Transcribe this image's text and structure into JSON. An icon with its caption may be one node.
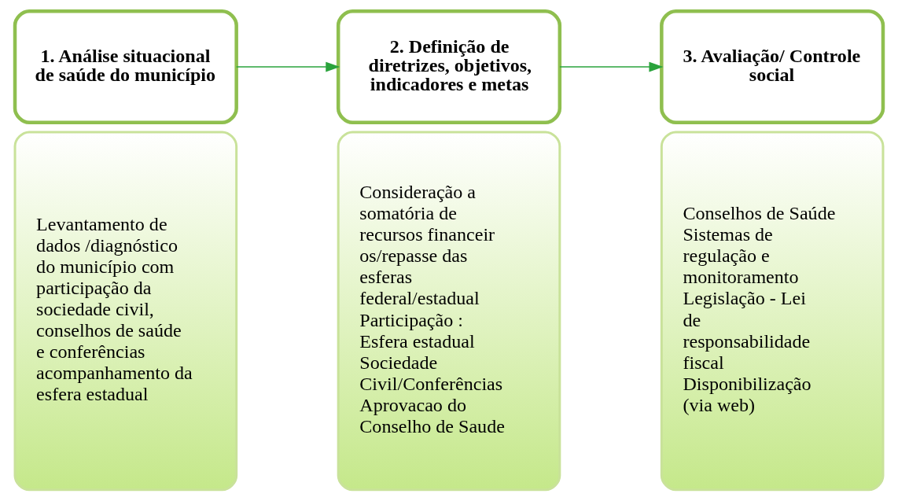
{
  "diagram": {
    "nodes": [
      {
        "text": [
          "1. Análise situacional de saúde do município"
        ]
      },
      {
        "text": [
          "Levantamento de dados /diagnóstico do município com participação da sociedade civil, conselhos de saúde e conferências acompanhamento da esfera estadual"
        ]
      },
      {
        "text": [
          "2. Definição de diretrizes, objetivos, indicadores e metas"
        ]
      },
      {
        "text": [
          "Consideração a somatória de recursos financeiros/repasse das esferas federal/estadual",
          "Participação :",
          "Esfera estadual",
          "Sociedade Civil/Conferências",
          "Aprovacao do Conselho de Saude"
        ]
      },
      {
        "text": [
          "3. Avaliação/ Controle social"
        ]
      },
      {
        "text": [
          "Conselhos de Saúde",
          "Sistemas de regulação e monitoramento",
          "Legislação - Lei de responsabilidade fiscal",
          "Disponibilização (via web)"
        ]
      }
    ],
    "edges": [
      {
        "from": 0,
        "to": 2,
        "arrow": "to",
        "color": "#2aa33c"
      },
      {
        "from": 2,
        "to": 4,
        "arrow": "to",
        "color": "#2aa33c"
      }
    ]
  }
}
